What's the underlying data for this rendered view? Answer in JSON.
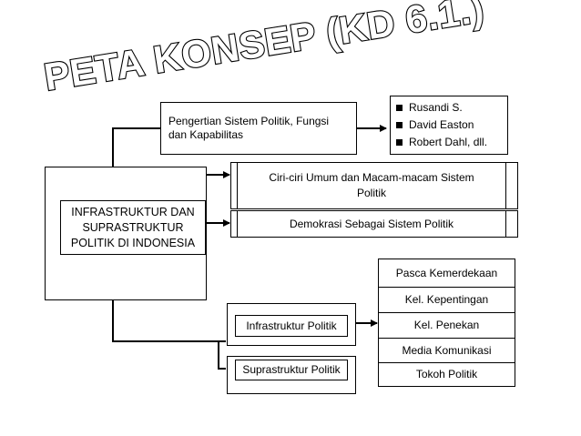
{
  "title": "PETA KONSEP (KD 6.1.)",
  "main_topic": "INFRASTRUKTUR DAN SUPRASTRUKTUR POLITIK DI INDONESIA",
  "main_topic_lines": [
    "INFRASTRUKTUR DAN",
    "SUPRASTRUKTUR",
    "POLITIK DI INDONESIA"
  ],
  "pengertian": {
    "lines": [
      "Pengertian Sistem Politik, Fungsi",
      "dan Kapabilitas"
    ]
  },
  "tokoh_teori": [
    "Rusandi S.",
    "David Easton",
    "Robert Dahl, dll."
  ],
  "ciri_ciri": {
    "lines": [
      "Ciri-ciri Umum dan Macam-macam Sistem",
      "Politik"
    ]
  },
  "demokrasi": "Demokrasi Sebagai Sistem Politik",
  "infrastruktur": "Infrastruktur Politik",
  "suprastruktur": "Suprastruktur Politik",
  "infrastruktur_items": [
    "Pasca Kemerdekaan",
    "Kel. Kepentingan",
    "Kel. Penekan",
    "Media Komunikasi",
    "Tokoh Politik"
  ],
  "colors": {
    "line": "#000000",
    "background": "#ffffff"
  }
}
